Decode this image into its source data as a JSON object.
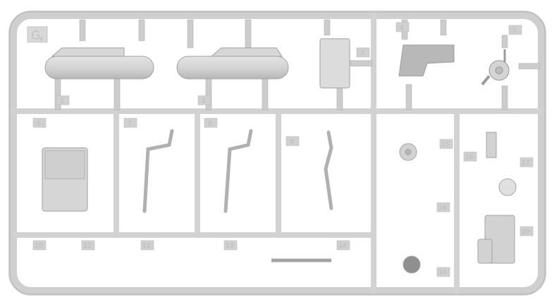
{
  "sprue": {
    "letter": "G",
    "letter_sub": "e",
    "colors": {
      "background": "#ffffff",
      "plastic": "#d6d6d6",
      "plastic_dark": "#a8a8a8",
      "label": "#b9b9b9"
    },
    "part_numbers": [
      "1",
      "2",
      "3",
      "4",
      "5",
      "6",
      "7",
      "8",
      "9",
      "10",
      "11",
      "12",
      "13",
      "14",
      "15",
      "16",
      "17",
      "18",
      "19",
      "20"
    ]
  }
}
